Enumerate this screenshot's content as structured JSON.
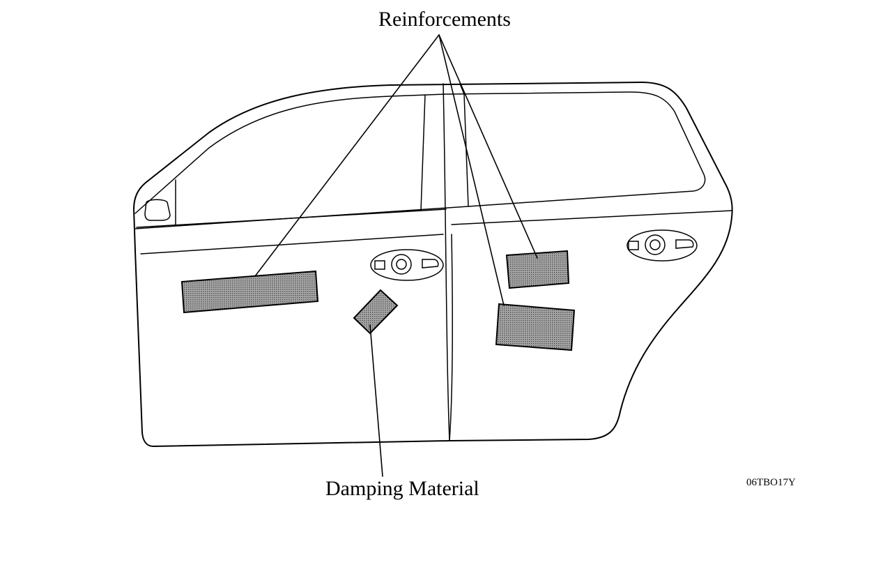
{
  "diagram": {
    "labels": {
      "reinforcements": "Reinforcements",
      "damping_material": "Damping Material",
      "figure_id": "06TBO17Y"
    },
    "colors": {
      "line": "#000000",
      "patch_fill": "#9a9a9a",
      "background": "#ffffff"
    },
    "parts": [
      "front-door",
      "rear-door",
      "front-door-handle",
      "rear-door-handle",
      "side-mirror-mount"
    ],
    "callouts": [
      {
        "label_key": "reinforcements",
        "targets": [
          "front-door-reinforcement",
          "rear-door-upper-reinforcement",
          "rear-door-lower-reinforcement"
        ]
      },
      {
        "label_key": "damping_material",
        "targets": [
          "front-door-damping-pad"
        ]
      }
    ]
  }
}
